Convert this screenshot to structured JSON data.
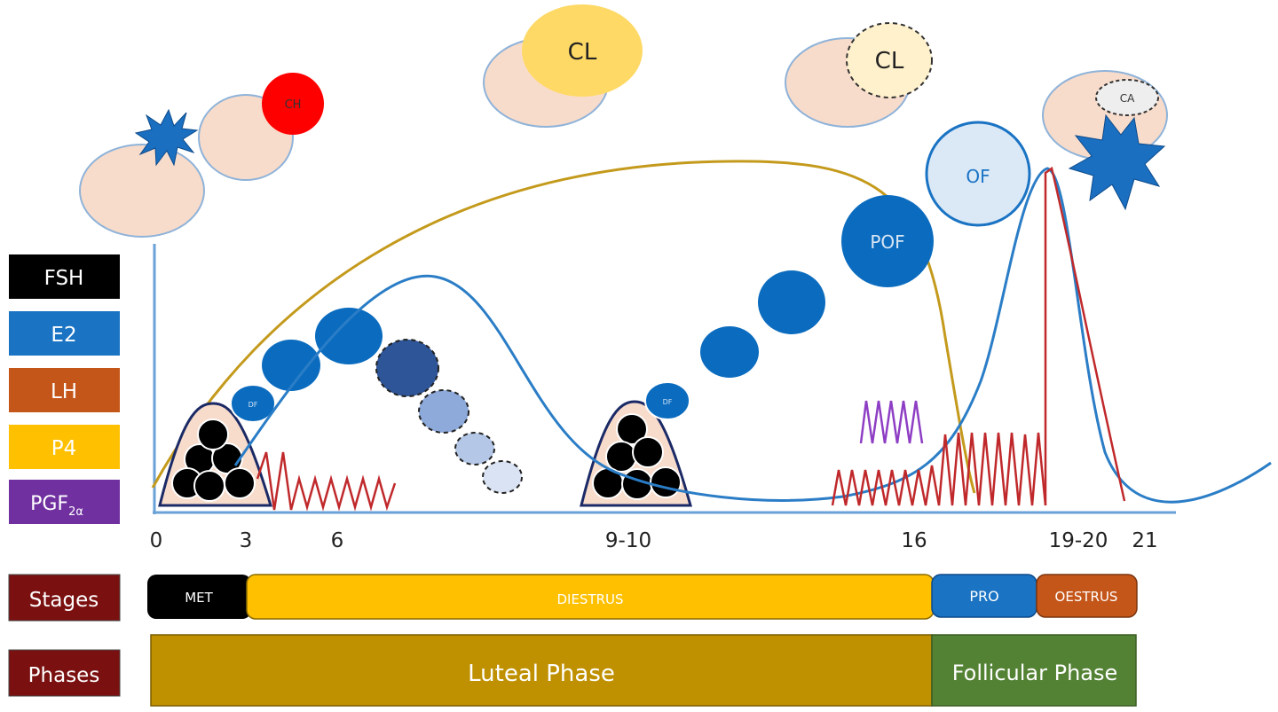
{
  "legend": {
    "fsh": "FSH",
    "e2": "E2",
    "lh": "LH",
    "p4": "P4",
    "pgf": "PGF",
    "pgf_sub": "2α"
  },
  "colors": {
    "fsh": "#000000",
    "e2": "#1a73c3",
    "lh": "#c5561a",
    "p4": "#ffc000",
    "pgf": "#7030a0",
    "stage_label_bg": "#7b1010",
    "met": "#000000",
    "diestrus": "#ffc000",
    "pro": "#1a73c3",
    "oestrus": "#c5561a",
    "luteal": "#bf9000",
    "follicular": "#548235",
    "p4_curve": "#c49a1c",
    "e2_curve": "#2a7dc6",
    "lh_pulse": "#c0292b",
    "pgf_pulse": "#8e3ec4",
    "ovary": "#f8dccb",
    "follicle": "#0b6cbf",
    "cl": "#ffd966",
    "ch": "#ff0000"
  },
  "ovary_labels": {
    "ch": "CH",
    "cl1": "CL",
    "cl2": "CL",
    "ca": "CA",
    "of": "OF",
    "pof": "POF",
    "df1": "DF",
    "df2": "DF"
  },
  "axis": {
    "ticks": [
      "0",
      "3",
      "6",
      "9-10",
      "16",
      "19-20",
      "21"
    ]
  },
  "stages": {
    "label": "Stages",
    "met": "MET",
    "diestrus": "DIESTRUS",
    "pro": "PRO",
    "oestrus": "OESTRUS"
  },
  "phases": {
    "label": "Phases",
    "luteal": "Luteal Phase",
    "follicular": "Follicular Phase"
  }
}
